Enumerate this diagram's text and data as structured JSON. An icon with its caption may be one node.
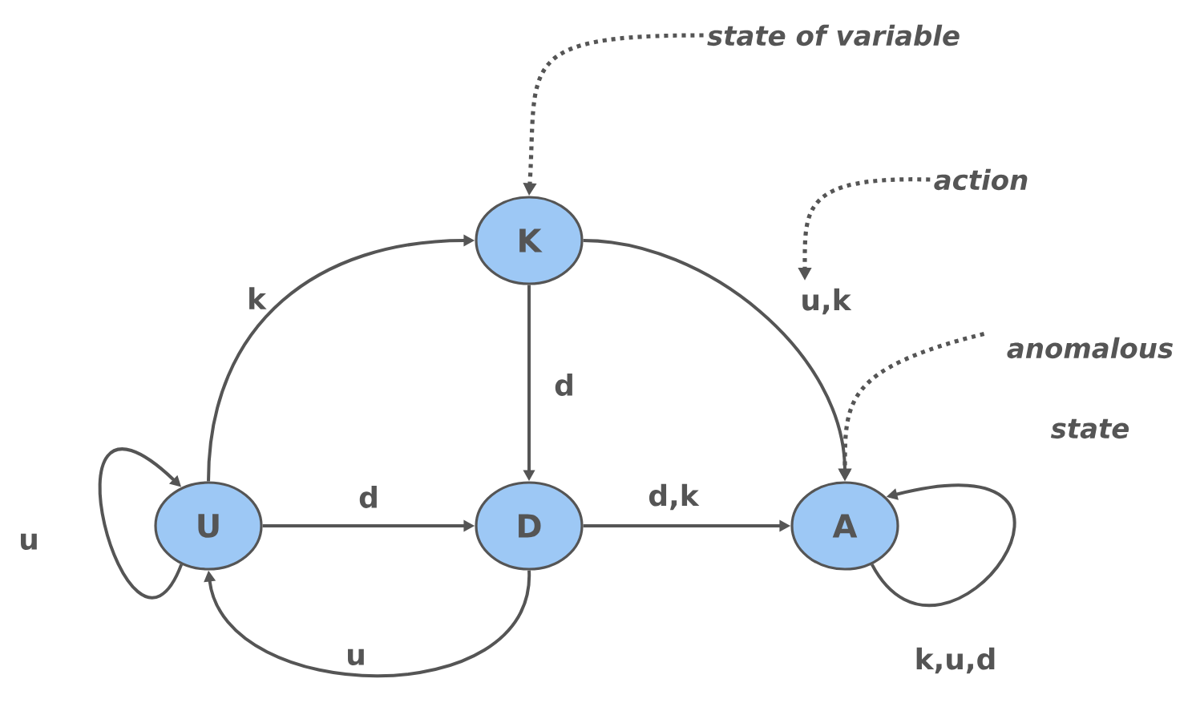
{
  "diagram": {
    "nodes": [
      {
        "text": [
          "K"
        ]
      },
      {
        "text": [
          "U"
        ]
      },
      {
        "text": [
          "D"
        ]
      },
      {
        "text": [
          "A"
        ]
      },
      {
        "text": [
          "state of variable"
        ]
      },
      {
        "text": [
          "action"
        ]
      },
      {
        "text": [
          "anomalous state"
        ]
      }
    ],
    "edges": [
      {
        "from": 1,
        "to": 0,
        "arrow": "to",
        "label": "k"
      },
      {
        "from": 0,
        "to": 2,
        "arrow": "to",
        "label": "d"
      },
      {
        "from": 0,
        "to": 3,
        "arrow": "to",
        "label": "u,k"
      },
      {
        "from": 1,
        "to": 1,
        "arrow": "to",
        "label": "u"
      },
      {
        "from": 1,
        "to": 2,
        "arrow": "to",
        "label": "d"
      },
      {
        "from": 2,
        "to": 1,
        "arrow": "to",
        "label": "u"
      },
      {
        "from": 2,
        "to": 3,
        "arrow": "to",
        "label": "d,k"
      },
      {
        "from": 3,
        "to": 3,
        "arrow": "to",
        "label": "k,u,d"
      },
      {
        "from": 4,
        "to": 0,
        "arrow": "to",
        "style": "dashed"
      },
      {
        "from": 5,
        "to": null,
        "arrow": "to",
        "style": "dashed"
      },
      {
        "from": 6,
        "to": 3,
        "arrow": "to",
        "style": "dashed"
      }
    ]
  }
}
